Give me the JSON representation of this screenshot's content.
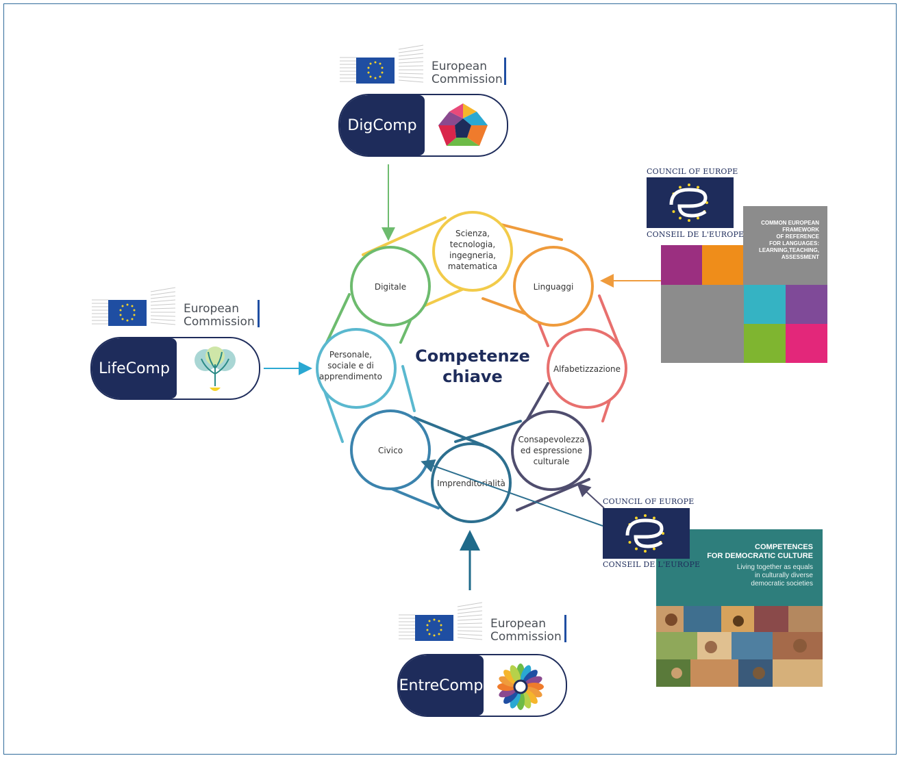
{
  "center_title": [
    "Competenze",
    "chiave"
  ],
  "nodes": {
    "scienza": [
      "Scienza,",
      "tecnologia,",
      "ingegneria,",
      "matematica"
    ],
    "linguaggi": [
      "Linguaggi"
    ],
    "alfabetizzazione": [
      "Alfabetizzazione"
    ],
    "consapevolezza": [
      "Consapevolezza",
      "ed espressione",
      "culturale"
    ],
    "imprenditorialita": [
      "Imprenditorialità"
    ],
    "civico": [
      "Civico"
    ],
    "personale": [
      "Personale,",
      "sociale e di",
      "apprendimento"
    ],
    "digitale": [
      "Digitale"
    ]
  },
  "european_commission": {
    "line1": "European",
    "line2": "Commission"
  },
  "frameworks": {
    "digcomp": "DigComp",
    "lifecomp": "LifeComp",
    "entrecomp": "EntreComp"
  },
  "council_of_europe": {
    "top": "COUNCIL OF EUROPE",
    "bottom": "CONSEIL DE L'EUROPE"
  },
  "cefr": {
    "title": [
      "COMMON EUROPEAN",
      "FRAMEWORK",
      "OF REFERENCE",
      "FOR LANGUAGES:",
      "LEARNING,TEACHING,",
      "ASSESSMENT"
    ]
  },
  "cdc": {
    "title": [
      "COMPETENCES",
      "FOR DEMOCRATIC CULTURE"
    ],
    "subtitle": [
      "Living together as equals",
      "in culturally diverse",
      "democratic societies"
    ]
  },
  "colors": {
    "navy": "#1e2c5b",
    "digitale": "#6dbb6e",
    "scienza": "#f2cb4a",
    "linguaggi": "#ef9b3c",
    "alfabetizzazione": "#e8706e",
    "consapevolezza": "#4f4d6e",
    "imprenditorialita": "#2d6f8f",
    "civico": "#3b83ad",
    "personale": "#5ab8cf"
  }
}
